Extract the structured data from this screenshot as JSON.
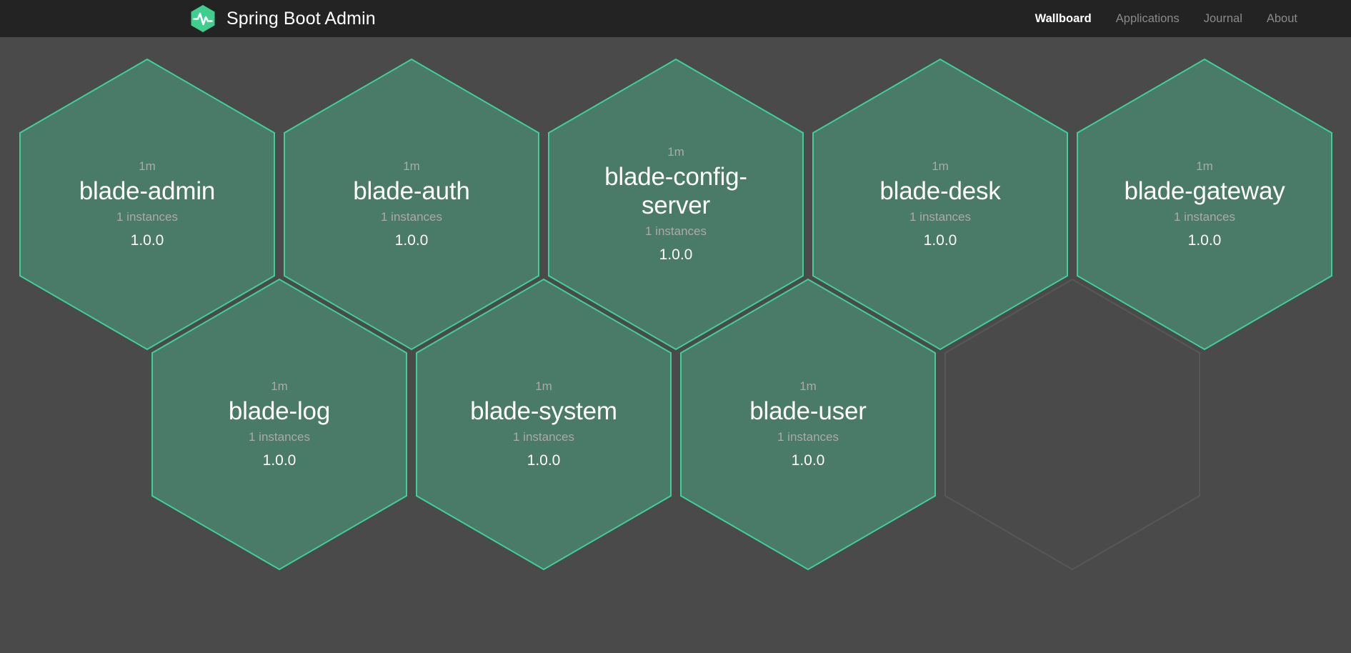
{
  "header": {
    "brand_title": "Spring Boot Admin",
    "logo_icon": "heartbeat-hexagon-logo",
    "logo_color": "#3ecf8e",
    "background": "#232323",
    "nav": [
      {
        "label": "Wallboard",
        "active": true,
        "name": "nav-wallboard"
      },
      {
        "label": "Applications",
        "active": false,
        "name": "nav-applications"
      },
      {
        "label": "Journal",
        "active": false,
        "name": "nav-journal"
      },
      {
        "label": "About",
        "active": false,
        "name": "nav-about"
      }
    ]
  },
  "wallboard": {
    "background": "#4a4a4a",
    "hex_fill": "#4a7a68",
    "hex_stroke": "#3ecf9a",
    "empty_stroke": "#575757",
    "applications": [
      {
        "name": "blade-admin",
        "uptime": "1m",
        "instances": "1 instances",
        "version": "1.0.0",
        "status": "UP",
        "row": 0,
        "col": 0
      },
      {
        "name": "blade-auth",
        "uptime": "1m",
        "instances": "1 instances",
        "version": "1.0.0",
        "status": "UP",
        "row": 0,
        "col": 1
      },
      {
        "name": "blade-config-server",
        "uptime": "1m",
        "instances": "1 instances",
        "version": "1.0.0",
        "status": "UP",
        "row": 0,
        "col": 2
      },
      {
        "name": "blade-desk",
        "uptime": "1m",
        "instances": "1 instances",
        "version": "1.0.0",
        "status": "UP",
        "row": 0,
        "col": 3
      },
      {
        "name": "blade-gateway",
        "uptime": "1m",
        "instances": "1 instances",
        "version": "1.0.0",
        "status": "UP",
        "row": 0,
        "col": 4
      },
      {
        "name": "blade-log",
        "uptime": "1m",
        "instances": "1 instances",
        "version": "1.0.0",
        "status": "UP",
        "row": 1,
        "col": 0
      },
      {
        "name": "blade-system",
        "uptime": "1m",
        "instances": "1 instances",
        "version": "1.0.0",
        "status": "UP",
        "row": 1,
        "col": 1
      },
      {
        "name": "blade-user",
        "uptime": "1m",
        "instances": "1 instances",
        "version": "1.0.0",
        "status": "UP",
        "row": 1,
        "col": 2
      }
    ],
    "empty_slots": [
      {
        "row": 1,
        "col": 3
      }
    ]
  }
}
